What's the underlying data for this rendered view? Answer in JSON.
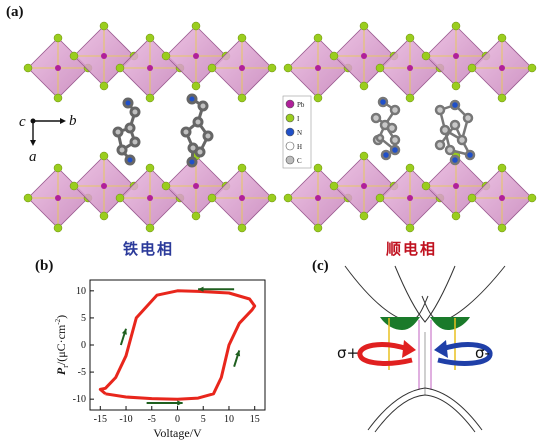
{
  "panels": {
    "a": {
      "tag": "(a)"
    },
    "b": {
      "tag": "(b)"
    },
    "c": {
      "tag": "(c)"
    }
  },
  "phases": {
    "ferroelectric": {
      "label": "铁电相",
      "color": "#2b3a9a"
    },
    "paraelectric": {
      "label": "顺电相",
      "color": "#c0111f"
    }
  },
  "legend": {
    "items": [
      {
        "symbol": "Pb",
        "color": "#b0209a"
      },
      {
        "symbol": "I",
        "color": "#9acd1e"
      },
      {
        "symbol": "N",
        "color": "#2050c8"
      },
      {
        "symbol": "H",
        "color": "#ffffff"
      },
      {
        "symbol": "C",
        "color": "#bdbdbd"
      }
    ]
  },
  "axes_label": {
    "c": "c",
    "b": "b",
    "a": "a"
  },
  "chart_data": {
    "type": "line",
    "xlabel": "Voltage/V",
    "ylabel_main": "P",
    "ylabel_sub": "r",
    "ylabel_unit": "/(μC·cm",
    "ylabel_sup": "-2",
    "ylabel_close": ")",
    "xlim": [
      -17,
      17
    ],
    "ylim": [
      -12,
      12
    ],
    "xticks": [
      -15,
      -10,
      -5,
      0,
      5,
      10,
      15
    ],
    "yticks": [
      -10,
      -5,
      0,
      5,
      10
    ],
    "series": [
      {
        "color": "#e8261c",
        "x": [
          -14,
          -10,
          -5,
          0,
          4,
          7,
          8.5,
          10,
          12,
          14.5,
          15,
          14,
          10,
          4,
          0,
          -4,
          -8,
          -10,
          -12,
          -14,
          -15,
          -14
        ],
        "y": [
          -9,
          -9.6,
          -9.9,
          -10,
          -9.8,
          -9,
          -6,
          0,
          4,
          6.5,
          7.2,
          8.5,
          9.6,
          9.9,
          10,
          9.2,
          5,
          -2,
          -6,
          -8,
          -8.2,
          -9
        ]
      }
    ],
    "arrows": [
      {
        "from": [
          11,
          10.3
        ],
        "to": [
          4,
          10.3
        ]
      },
      {
        "from": [
          -11,
          0
        ],
        "to": [
          -10,
          3
        ]
      },
      {
        "from": [
          -6,
          -10.7
        ],
        "to": [
          1,
          -10.7
        ]
      },
      {
        "from": [
          11,
          -4
        ],
        "to": [
          12,
          -1
        ]
      }
    ]
  },
  "band_diagram": {
    "labels": {
      "left": "σ+",
      "right": "σ-"
    },
    "colors": {
      "left_arrow": "#e02020",
      "right_arrow": "#1f3fa8",
      "fill": "#1a7a2a",
      "line": "#e8c020"
    }
  }
}
